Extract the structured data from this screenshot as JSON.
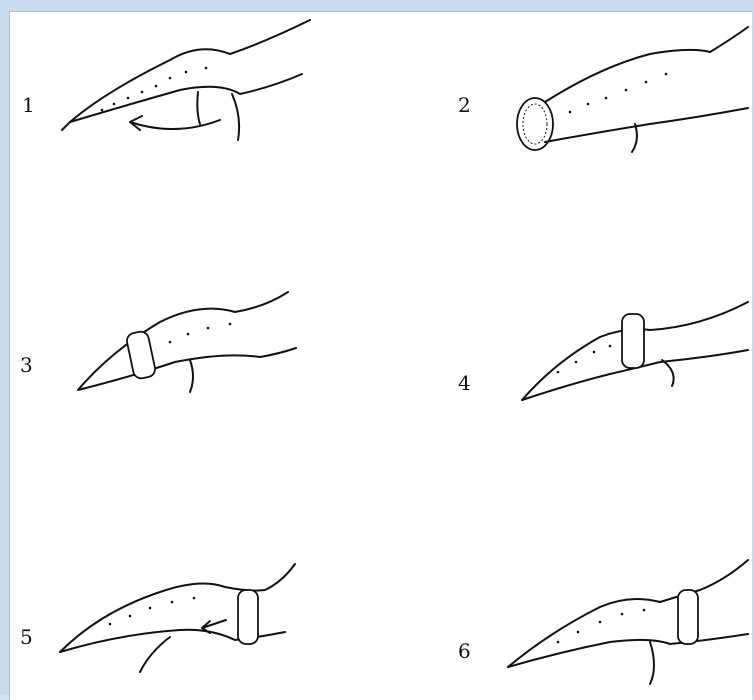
{
  "figure": {
    "panels": [
      {
        "label": "1"
      },
      {
        "label": "2"
      },
      {
        "label": "3"
      },
      {
        "label": "4"
      },
      {
        "label": "5"
      },
      {
        "label": "6"
      }
    ]
  },
  "colors": {
    "background": "#d3e2f2",
    "panel": "#ffffff",
    "ink": "#111111"
  }
}
